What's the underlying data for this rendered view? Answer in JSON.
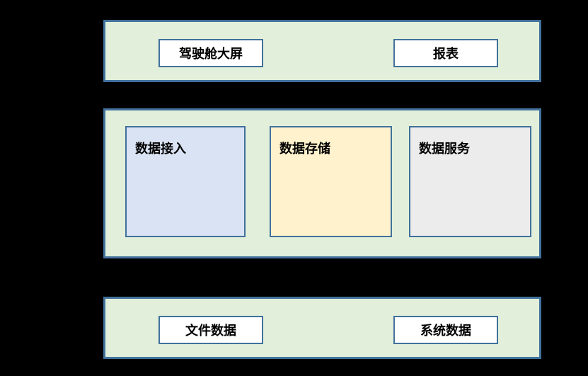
{
  "canvas": {
    "background": "#000000"
  },
  "colors": {
    "panel_fill": "#E2EFDA",
    "panel_border": "#41719C",
    "node_border": "#41719C",
    "white_node_fill": "#FFFFFF",
    "ingestion_node_fill": "#DAE3F3",
    "storage_node_fill": "#FFF2CC",
    "service_node_fill": "#ECECEC",
    "text_color": "#000000"
  },
  "diagram": {
    "top_layer": {
      "nodes": [
        {
          "label": "驾驶舱大屏"
        },
        {
          "label": "报表"
        }
      ]
    },
    "middle_layer": {
      "nodes": [
        {
          "label": "数据接入",
          "fill": "#DAE3F3"
        },
        {
          "label": "数据存储",
          "fill": "#FFF2CC"
        },
        {
          "label": "数据服务",
          "fill": "#ECECEC"
        }
      ]
    },
    "bottom_layer": {
      "nodes": [
        {
          "label": "文件数据"
        },
        {
          "label": "系统数据"
        }
      ]
    }
  }
}
